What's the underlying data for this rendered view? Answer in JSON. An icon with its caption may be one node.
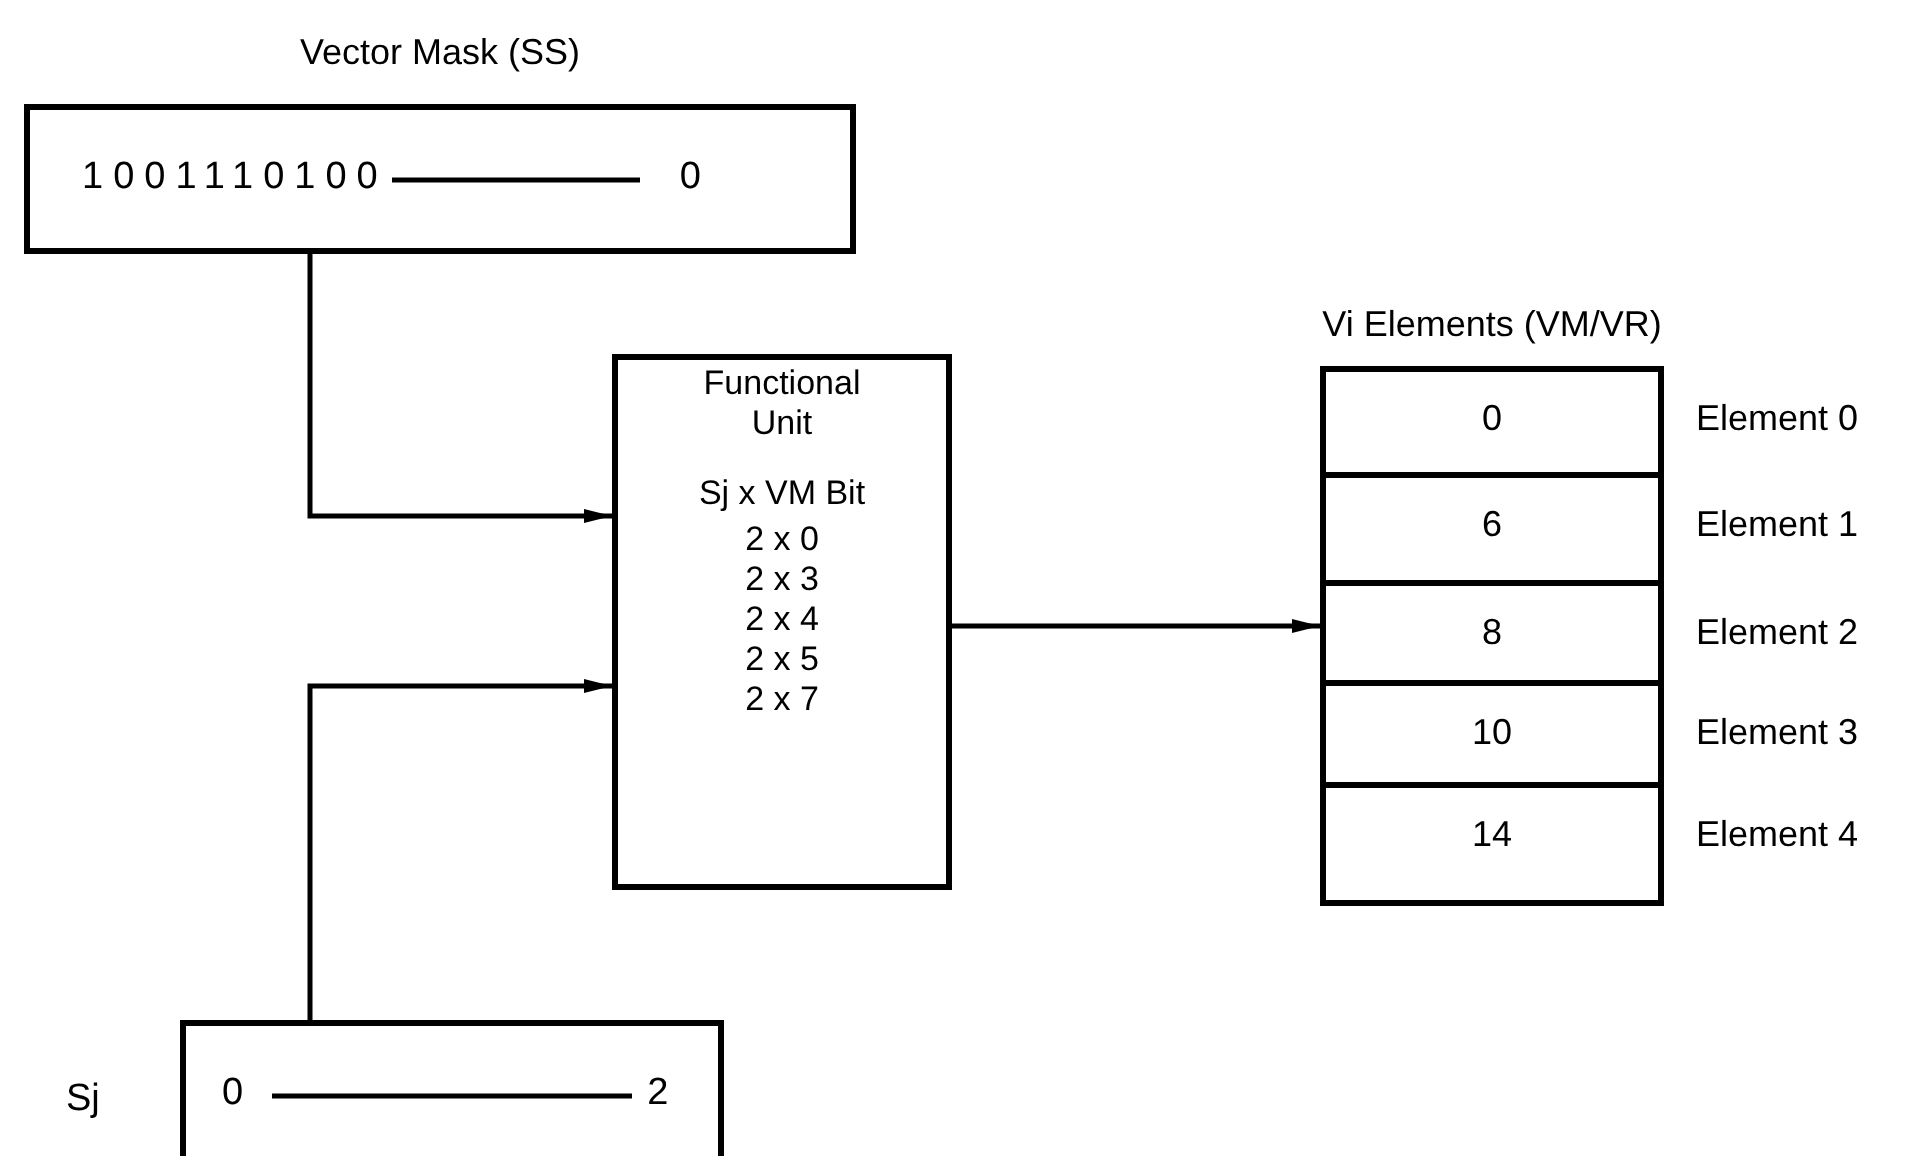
{
  "diagram": {
    "nodes": [
      {
        "text": [
          "Vector Mask (SS)",
          "1001110100",
          "0"
        ]
      },
      {
        "text": [
          "Functional Unit",
          "Sj x VM Bit",
          "2 x 0",
          "2 x 3",
          "2 x 4",
          "2 x 5",
          "2 x 7"
        ]
      },
      {
        "text": [
          "Vi Elements (VM/VR)"
        ]
      },
      {
        "text": [
          "0"
        ],
        "in": 2,
        "beside": [
          "Element 0"
        ]
      },
      {
        "text": [
          "6"
        ],
        "in": 2,
        "beside": [
          "Element 1"
        ]
      },
      {
        "text": [
          "8"
        ],
        "in": 2,
        "beside": [
          "Element 2"
        ]
      },
      {
        "text": [
          "10"
        ],
        "in": 2,
        "beside": [
          "Element 3"
        ]
      },
      {
        "text": [
          "14"
        ],
        "in": 2
      },
      {
        "text": [
          "Sj",
          "0",
          "2"
        ]
      }
    ],
    "edges": [
      {
        "from": 0,
        "to": 1,
        "arrow": "to"
      },
      {
        "from": 8,
        "to": 1,
        "arrow": "to"
      },
      {
        "from": 1,
        "to": 2,
        "arrow": "to"
      }
    ],
    "labels": [
      "Element 4"
    ]
  }
}
